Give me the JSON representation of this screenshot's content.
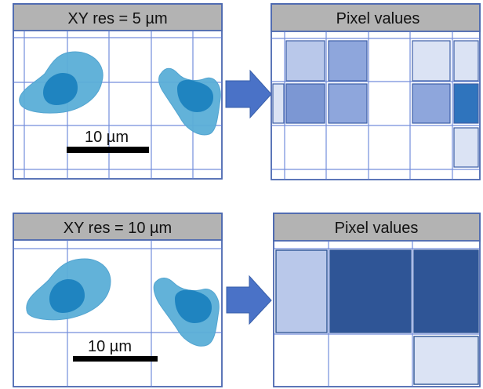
{
  "top": {
    "left_title": "XY res = 5 µm",
    "right_title": "Pixel values",
    "scale_label": "10 µm"
  },
  "bottom": {
    "left_title": "XY res = 10 µm",
    "right_title": "Pixel values",
    "scale_label": "10 µm"
  },
  "colors": {
    "header_bg": "#b3b3b3",
    "panel_border": "#4a67b0",
    "grid_line": "#5b7bd5",
    "cell_fill": "#5aaed8",
    "cell_nucleus": "#1f84c0",
    "arrow": "#4a72c7",
    "pixel_very_light": "#dbe3f4",
    "pixel_light": "#b9c8ea",
    "pixel_medium": "#8ea6dc",
    "pixel_medium_dark": "#7c97d3",
    "pixel_dark": "#2f5596"
  },
  "icons": {
    "arrow": "right-arrow-icon"
  }
}
